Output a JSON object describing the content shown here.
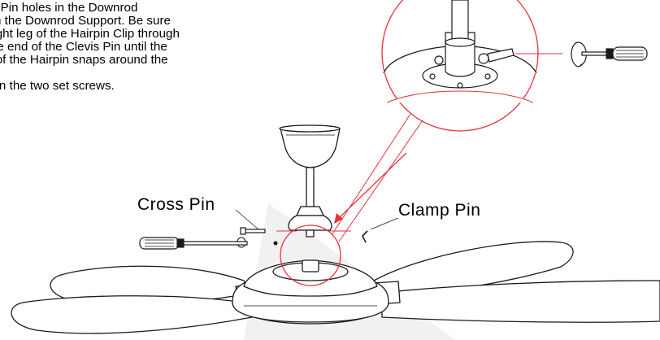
{
  "instructions": {
    "lines": [
      "levis Pin holes in the Downrod",
      "les in the Downrod Support. Be sure",
      "straight leg of the Hairpin Clip through",
      "ar the end of the Clevis Pin until the",
      "tion of the Hairpin snaps around the",
      "",
      "ighten the two set screws."
    ]
  },
  "labels": {
    "cross_pin": "Cross Pin",
    "clamp_pin": "Clamp Pin"
  },
  "colors": {
    "accent_red": "#e8323c",
    "line": "#1a1a1a",
    "watermark": "#eeeeee"
  }
}
